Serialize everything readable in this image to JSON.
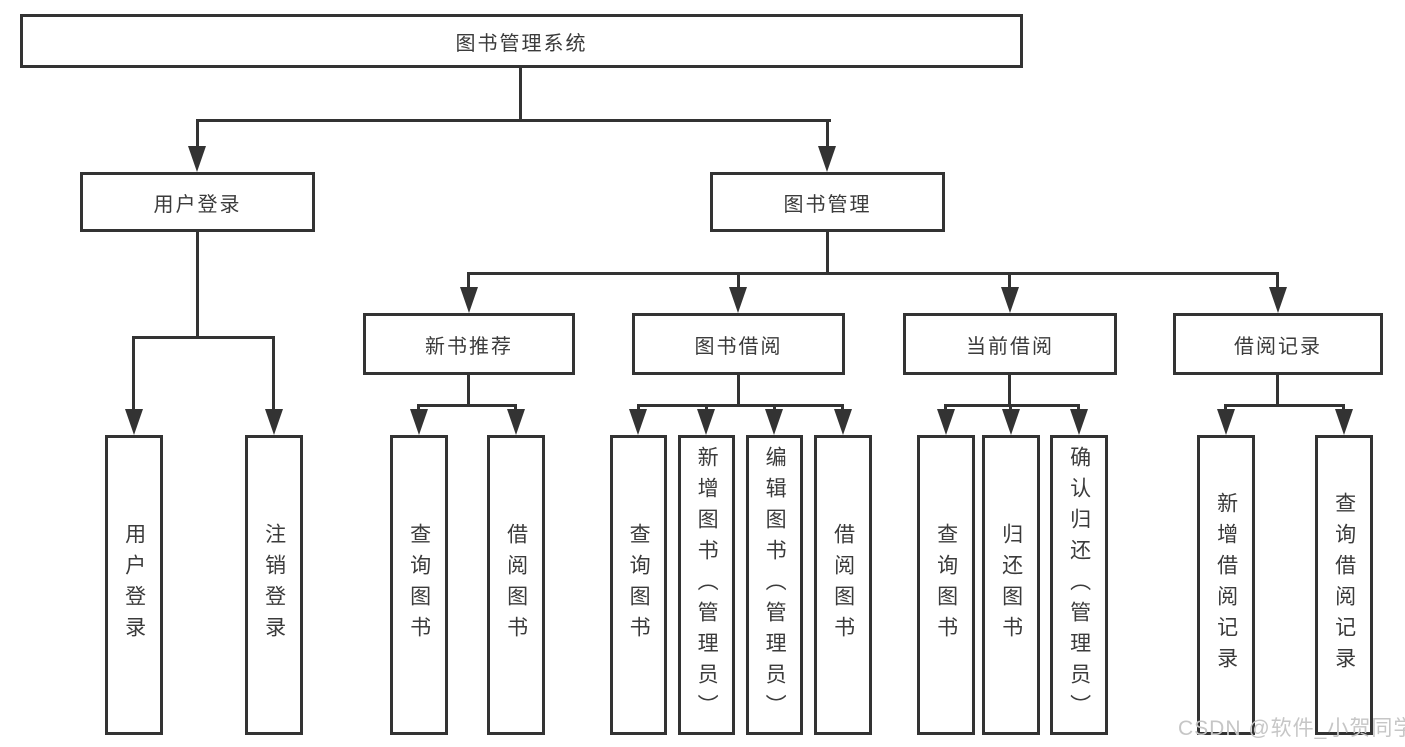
{
  "diagram": {
    "root": {
      "label": "图书管理系统"
    },
    "branches": [
      {
        "label": "用户登录",
        "children": [
          {
            "label": "用户登录"
          },
          {
            "label": "注销登录"
          }
        ]
      },
      {
        "label": "图书管理",
        "children": [
          {
            "label": "新书推荐",
            "children": [
              {
                "label": "查询图书"
              },
              {
                "label": "借阅图书"
              }
            ]
          },
          {
            "label": "图书借阅",
            "children": [
              {
                "label": "查询图书"
              },
              {
                "label": "新增图书（管理员）"
              },
              {
                "label": "编辑图书（管理员）"
              },
              {
                "label": "借阅图书"
              }
            ]
          },
          {
            "label": "当前借阅",
            "children": [
              {
                "label": "查询图书"
              },
              {
                "label": "归还图书"
              },
              {
                "label": "确认归还（管理员）"
              }
            ]
          },
          {
            "label": "借阅记录",
            "children": [
              {
                "label": "新增借阅记录"
              },
              {
                "label": "查询借阅记录"
              }
            ]
          }
        ]
      }
    ],
    "watermark": "CSDN @软件_小贺同学",
    "colors": {
      "line": "#333333",
      "text": "#3b3b3b",
      "watermark": "#c6c6c6",
      "background": "#ffffff"
    }
  }
}
